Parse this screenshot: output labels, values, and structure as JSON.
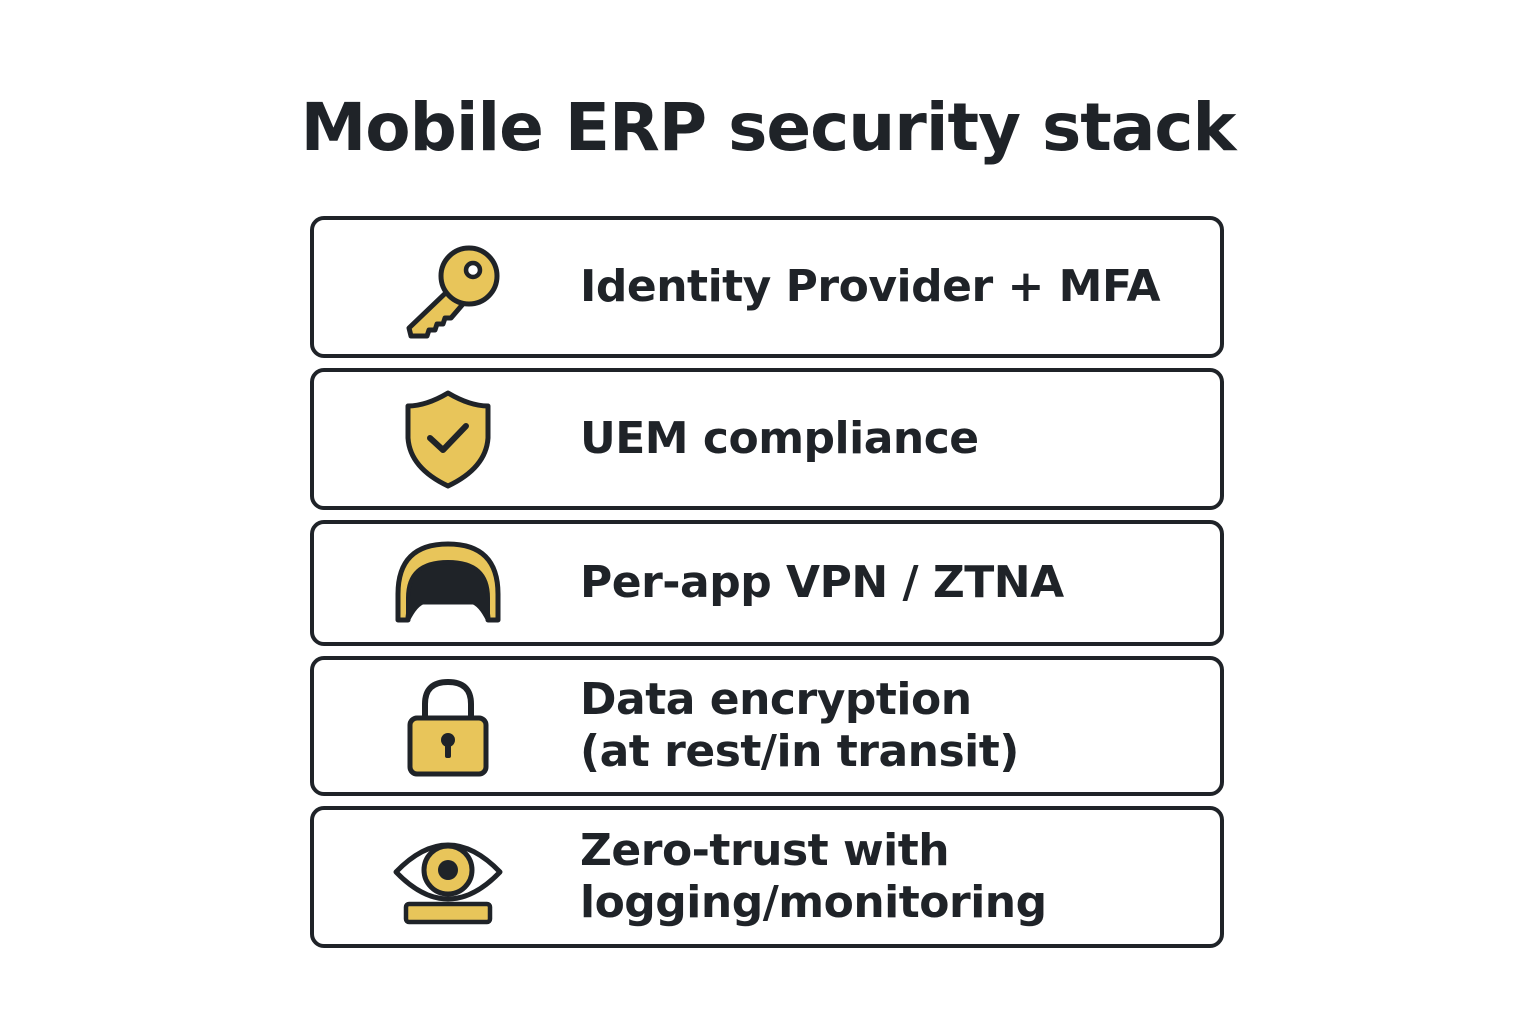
{
  "title": "Mobile ERP security stack",
  "colors": {
    "accent": "#E8C55A",
    "stroke": "#1F2328",
    "background": "#FFFFFF"
  },
  "layers": [
    {
      "icon": "key-icon",
      "lines": [
        "Identity Provider + MFA"
      ]
    },
    {
      "icon": "shield-check-icon",
      "lines": [
        "UEM compliance"
      ]
    },
    {
      "icon": "tunnel-icon",
      "lines": [
        "Per-app VPN / ZTNA"
      ]
    },
    {
      "icon": "padlock-icon",
      "lines": [
        "Data encryption",
        "(at rest/in transit)"
      ]
    },
    {
      "icon": "eye-icon",
      "lines": [
        "Zero-trust with",
        "logging/monitoring"
      ]
    }
  ]
}
